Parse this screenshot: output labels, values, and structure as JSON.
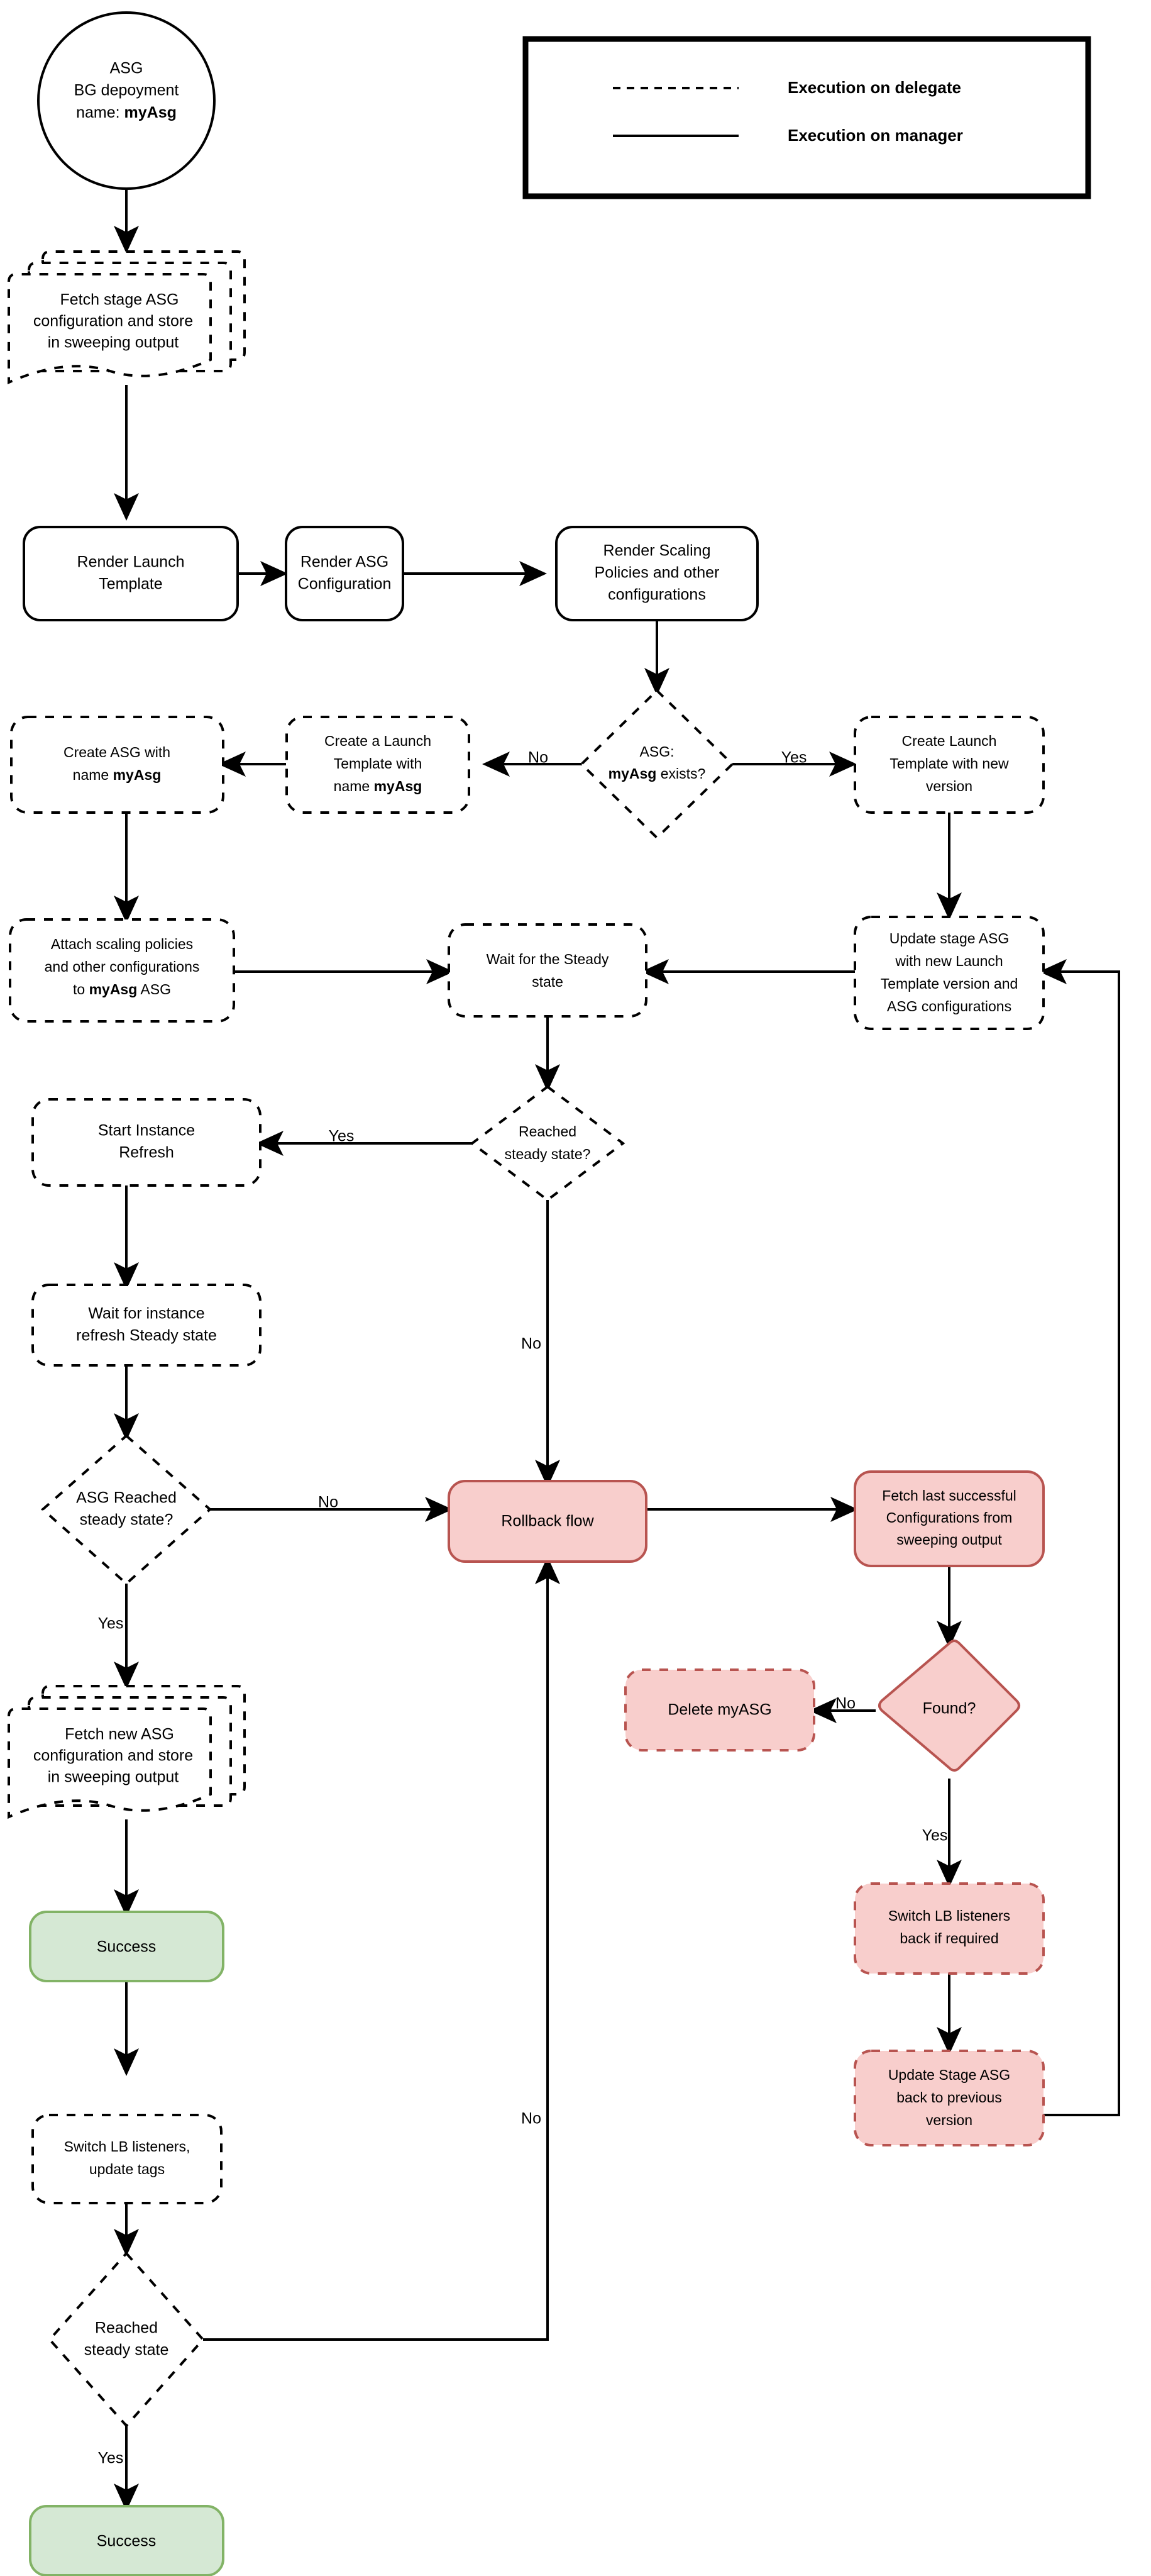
{
  "legend": {
    "delegate_label": "Execution on delegate",
    "manager_label": "Execution on manager"
  },
  "nodes": {
    "start": {
      "line1": "ASG",
      "line2": "BG depoyment",
      "line3_prefix": "name: ",
      "line3_bold": "myAsg"
    },
    "fetch_stage": {
      "line1": "Fetch stage ASG",
      "line2": "configuration and store",
      "line3": "in sweeping output"
    },
    "render_launch_template": {
      "line1": "Render Launch",
      "line2": "Template"
    },
    "render_asg_config": {
      "line1": "Render ASG",
      "line2": "Configuration"
    },
    "render_scaling": {
      "line1": "Render Scaling",
      "line2": "Policies and other",
      "line3": "configurations"
    },
    "asg_exists": {
      "line1": "ASG:",
      "line2_bold": "myAsg",
      "line2_rest": " exists?"
    },
    "create_asg": {
      "line1": "Create ASG with",
      "line2_prefix": "name ",
      "line2_bold": "myAsg"
    },
    "create_launch_template": {
      "line1": "Create a Launch",
      "line2": "Template with",
      "line3_prefix": "name ",
      "line3_bold": "myAsg"
    },
    "create_lt_new_version": {
      "line1": "Create Launch",
      "line2": "Template with new",
      "line3": "version"
    },
    "attach_scaling": {
      "line1": "Attach scaling policies",
      "line2": "and other configurations",
      "line3_prefix": "to ",
      "line3_bold": "myAsg",
      "line3_suffix": " ASG"
    },
    "wait_steady": {
      "line1": "Wait for the Steady",
      "line2": "state"
    },
    "update_stage_asg": {
      "line1": "Update stage ASG",
      "line2": "with new Launch",
      "line3": "Template version and",
      "line4": "ASG configurations"
    },
    "reached_steady_1": {
      "line1": "Reached",
      "line2": "steady state?"
    },
    "start_instance_refresh": {
      "line1": "Start Instance",
      "line2": "Refresh"
    },
    "wait_instance_refresh": {
      "line1": "Wait for instance",
      "line2": "refresh Steady state"
    },
    "asg_reached_steady": {
      "line1": "ASG Reached",
      "line2": "steady state?"
    },
    "rollback_flow": {
      "line1": "Rollback flow"
    },
    "fetch_last_successful": {
      "line1": "Fetch last successful",
      "line2": "Configurations from",
      "line3": "sweeping output"
    },
    "delete_myasg": {
      "line1": "Delete myASG"
    },
    "found": {
      "line1": "Found?"
    },
    "switch_lb_back": {
      "line1": "Switch LB listeners",
      "line2": "back if required"
    },
    "update_stage_back": {
      "line1": "Update Stage ASG",
      "line2": "back to previous",
      "line3": "version"
    },
    "fetch_new_asg": {
      "line1": "Fetch new ASG",
      "line2": "configuration and store",
      "line3": "in sweeping output"
    },
    "success_1": {
      "line1": "Success"
    },
    "switch_lb_tags": {
      "line1": "Switch LB listeners,",
      "line2": "update tags"
    },
    "reached_steady_2": {
      "line1": "Reached",
      "line2": "steady state"
    },
    "success_2": {
      "line1": "Success"
    }
  },
  "edge_labels": {
    "asg_exists_no": "No",
    "asg_exists_yes": "Yes",
    "reached_steady_1_yes": "Yes",
    "reached_steady_1_no": "No",
    "asg_reached_steady_no": "No",
    "asg_reached_steady_yes": "Yes",
    "found_no": "No",
    "found_yes": "Yes",
    "reached_steady_2_no": "No"
  },
  "colors": {
    "red_fill": "#f8cecc",
    "red_stroke": "#b85450",
    "green_fill": "#d5e8d4",
    "green_stroke": "#82b366",
    "line": "#000000",
    "background": "#ffffff"
  }
}
